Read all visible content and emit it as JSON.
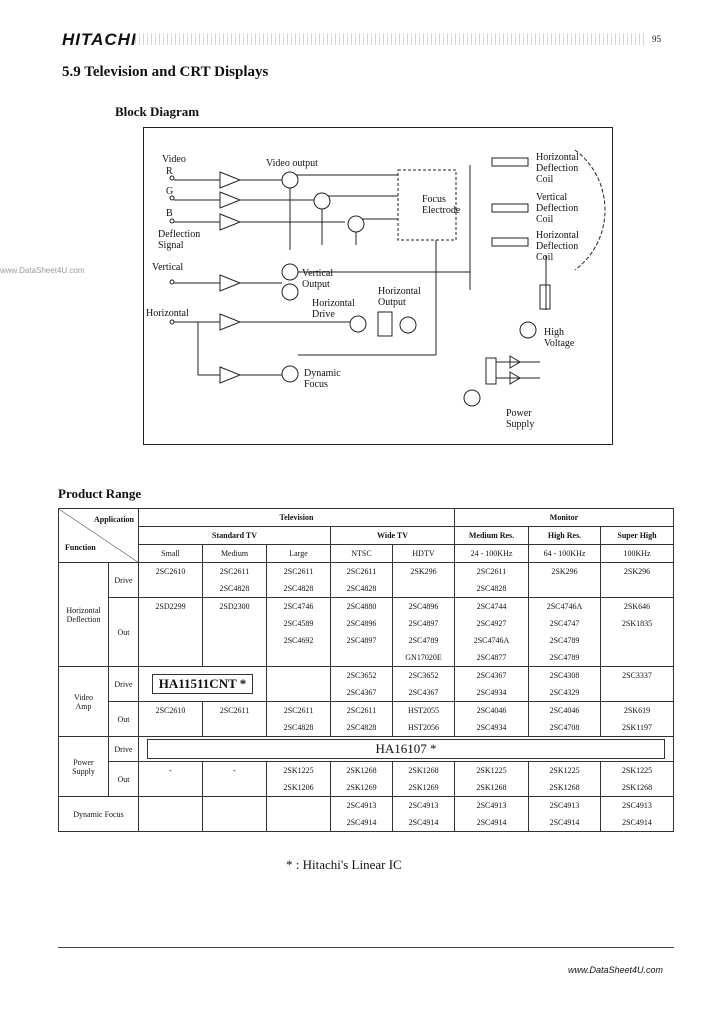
{
  "header": {
    "brand": "HITACHI",
    "page_number": "95"
  },
  "section_title": "5.9  Television and CRT Displays",
  "block_diagram": {
    "title": "Block Diagram",
    "labels": {
      "video": "Video",
      "r": "R",
      "g": "G",
      "b": "B",
      "deflection_signal": "Deflection\nSignal",
      "vertical": "Vertical",
      "horizontal": "Horizontal",
      "video_output": "Video output",
      "focus_electrode": "Focus\nElectrode",
      "h_coil_top": "Horizontal\nDeflection\nCoil",
      "v_coil": "Vertical\nDeflection\nCoil",
      "h_coil_bottom": "Horizontal\nDeflection\nCoil",
      "vertical_output": "Vertical\nOutput",
      "horizontal_output": "Horizontal\nOutput",
      "horizontal_drive": "Horizontal\nDrive",
      "dynamic_focus": "Dynamic\nFocus",
      "high_voltage": "High\nVoltage",
      "power_supply": "Power\nSupply"
    }
  },
  "watermark": "www.DataSheet4U.com",
  "product_range": {
    "title": "Product Range",
    "head": {
      "application": "Application",
      "function": "Function",
      "television": "Television",
      "monitor": "Monitor",
      "standard_tv": "Standard TV",
      "wide_tv": "Wide TV",
      "medium_res": "Medium Res.",
      "high_res": "High Res.",
      "super_high": "Super High",
      "small": "Small",
      "medium": "Medium",
      "large": "Large",
      "ntsc": "NTSC",
      "hdtv": "HDTV",
      "f1": "24 - 100KHz",
      "f2": "64 - 100KHz",
      "f3": "100KHz"
    },
    "groups": {
      "horizontal_deflection": "Horizontal\nDeflection",
      "video_amp": "Video\nAmp",
      "power_supply": "Power\nSupply",
      "dynamic_focus": "Dynamic Focus"
    },
    "sub": {
      "drive": "Drive",
      "out": "Out"
    },
    "rows": {
      "hd_drive": [
        [
          "2SC2610",
          ""
        ],
        [
          "2SC2611",
          "2SC4828"
        ],
        [
          "2SC2611",
          "2SC4828"
        ],
        [
          "2SC2611",
          "2SC4828"
        ],
        [
          "2SK296",
          ""
        ],
        [
          "2SC2611",
          "2SC4828"
        ],
        [
          "2SK296",
          ""
        ],
        [
          "2SK296",
          ""
        ]
      ],
      "hd_out": [
        [
          "2SD2299",
          "",
          "",
          ""
        ],
        [
          "2SD2300",
          "",
          "",
          ""
        ],
        [
          "2SC4746",
          "2SC4589",
          "2SC4692",
          ""
        ],
        [
          "2SC4880",
          "2SC4896",
          "2SC4897",
          ""
        ],
        [
          "2SC4896",
          "2SC4897",
          "2SC4789",
          "GN17020E"
        ],
        [
          "2SC4744",
          "2SC4927",
          "2SC4746A",
          "2SC4877"
        ],
        [
          "2SC4746A",
          "2SC4747",
          "2SC4789",
          "2SC4789"
        ],
        [
          "2SK646",
          "2SK1835",
          "",
          ""
        ]
      ],
      "va_drive": {
        "ic": "HA11511CNT *",
        "cells": [
          [
            "2SC3652",
            "2SC4367"
          ],
          [
            "2SC3652",
            "2SC4367"
          ],
          [
            "2SC4367",
            "2SC4934"
          ],
          [
            "2SC4308",
            "2SC4329"
          ],
          [
            "2SC3337",
            ""
          ]
        ]
      },
      "va_out": [
        [
          "2SC2610",
          ""
        ],
        [
          "2SC2611",
          ""
        ],
        [
          "2SC2611",
          "2SC4828"
        ],
        [
          "2SC2611",
          "2SC4828"
        ],
        [
          "HST2055",
          "HST2056"
        ],
        [
          "2SC4046",
          "2SC4934"
        ],
        [
          "2SC4046",
          "2SC4708"
        ],
        [
          "2SK619",
          "2SK1197"
        ]
      ],
      "ps_drive_ic": "HA16107 *",
      "ps_out": [
        [
          "-",
          ""
        ],
        [
          "-",
          ""
        ],
        [
          "2SK1225",
          "2SK1206"
        ],
        [
          "2SK1268",
          "2SK1269"
        ],
        [
          "2SK1268",
          "2SK1269"
        ],
        [
          "2SK1225",
          "2SK1268"
        ],
        [
          "2SK1225",
          "2SK1268"
        ],
        [
          "2SK1225",
          "2SK1268"
        ]
      ],
      "df": [
        [
          "",
          ""
        ],
        [
          "",
          ""
        ],
        [
          "",
          ""
        ],
        [
          "2SC4913",
          "2SC4914"
        ],
        [
          "2SC4913",
          "2SC4914"
        ],
        [
          "2SC4913",
          "2SC4914"
        ],
        [
          "2SC4913",
          "2SC4914"
        ],
        [
          "2SC4913",
          "2SC4914"
        ]
      ]
    },
    "note": "* :  Hitachi's Linear IC"
  },
  "footer_watermark": "www.DataSheet4U.com"
}
